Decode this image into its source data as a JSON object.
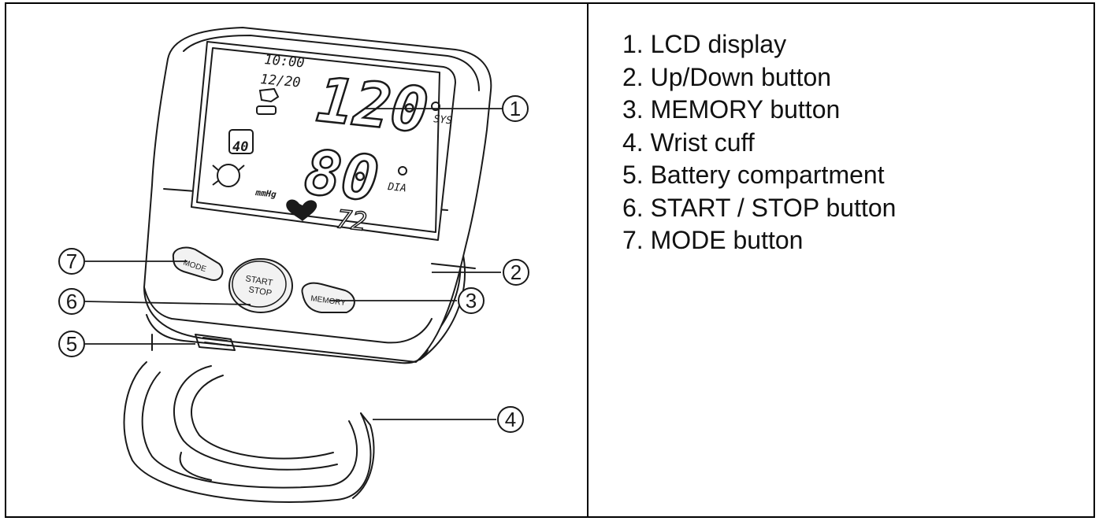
{
  "device": {
    "lcd": {
      "time": "10:00",
      "date": "12/20",
      "memory_number": "40",
      "systolic": "120",
      "systolic_label": "SYS",
      "diastolic": "80",
      "diastolic_label": "DIA",
      "pulse": "72",
      "unit_label": "mmHg"
    },
    "buttons": {
      "mode": "MODE",
      "start_line1": "START",
      "start_line2": "STOP",
      "memory": "MEMORY"
    }
  },
  "callouts": [
    "1",
    "2",
    "3",
    "4",
    "5",
    "6",
    "7"
  ],
  "legend": [
    "1. LCD display",
    "2. Up/Down button",
    "3. MEMORY button",
    "4. Wrist cuff",
    "5. Battery compartment",
    "6. START / STOP button",
    "7. MODE button"
  ],
  "colors": {
    "line": "#1a1a1a",
    "background": "#ffffff",
    "shade": "#f2f2f2"
  }
}
